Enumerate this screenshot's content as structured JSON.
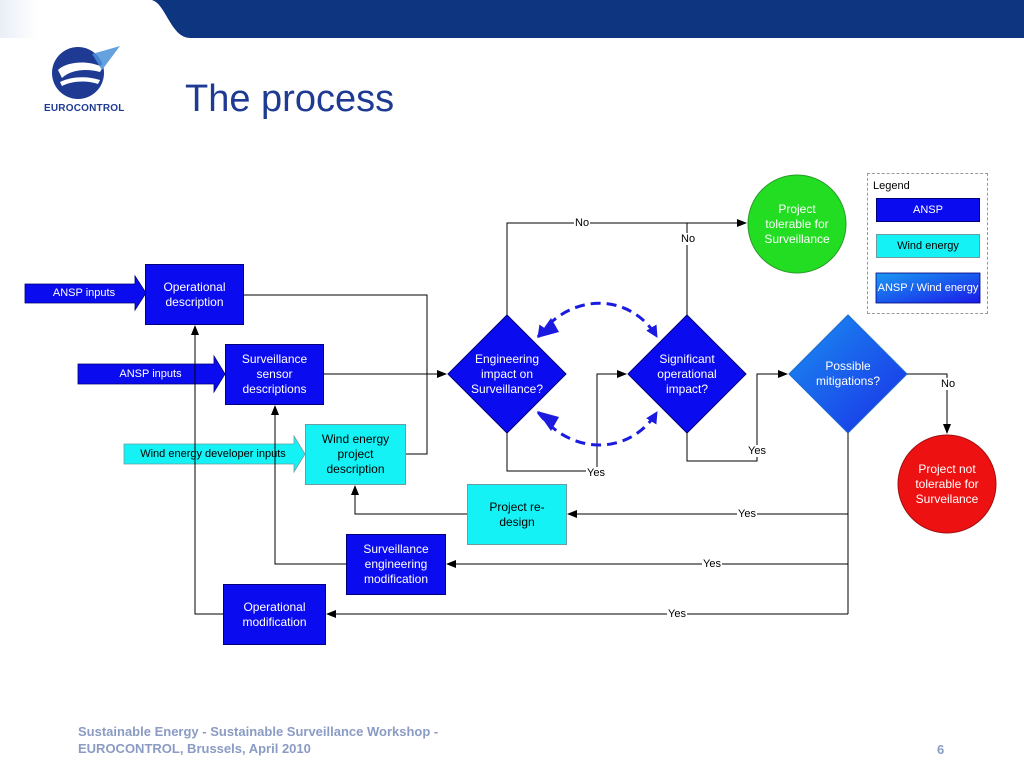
{
  "slide": {
    "title": "The process",
    "logo_text": "EUROCONTROL",
    "footer_line1": "Sustainable Energy - Sustainable Surveillance Workshop -",
    "footer_line2": "EUROCONTROL, Brussels, April 2010",
    "page_number": "6"
  },
  "colors": {
    "ansp": "#0b0bef",
    "wind": "#15f2f5",
    "tolerable": "#22dd22",
    "not_tolerable": "#ee1111",
    "title": "#1f3a93"
  },
  "inputs": {
    "ansp_inputs_1": "ANSP inputs",
    "ansp_inputs_2": "ANSP inputs",
    "wind_inputs": "Wind energy developer inputs"
  },
  "nodes": {
    "operational_description": "Operational description",
    "surveillance_sensor": "Surveillance sensor descriptions",
    "wind_project": "Wind energy project description",
    "engineering_impact": "Engineering impact on Surveillance?",
    "significant_impact": "Significant operational impact?",
    "possible_mitigations": "Possible mitigations?",
    "project_tolerable": "Project tolerable for Surveillance",
    "project_not_tolerable": "Project not tolerable for Surveilance",
    "project_redesign": "Project re-design",
    "surveillance_engineering_mod": "Surveillance engineering modification",
    "operational_mod": "Operational modification"
  },
  "edge_labels": {
    "no_top": "No",
    "no_significant": "No",
    "no_mitigation": "No",
    "yes_engineering": "Yes",
    "yes_significant": "Yes",
    "yes_redesign": "Yes",
    "yes_surv_mod": "Yes",
    "yes_op_mod": "Yes"
  },
  "legend": {
    "title": "Legend",
    "ansp": "ANSP",
    "wind": "Wind energy",
    "both": "ANSP / Wind energy"
  }
}
